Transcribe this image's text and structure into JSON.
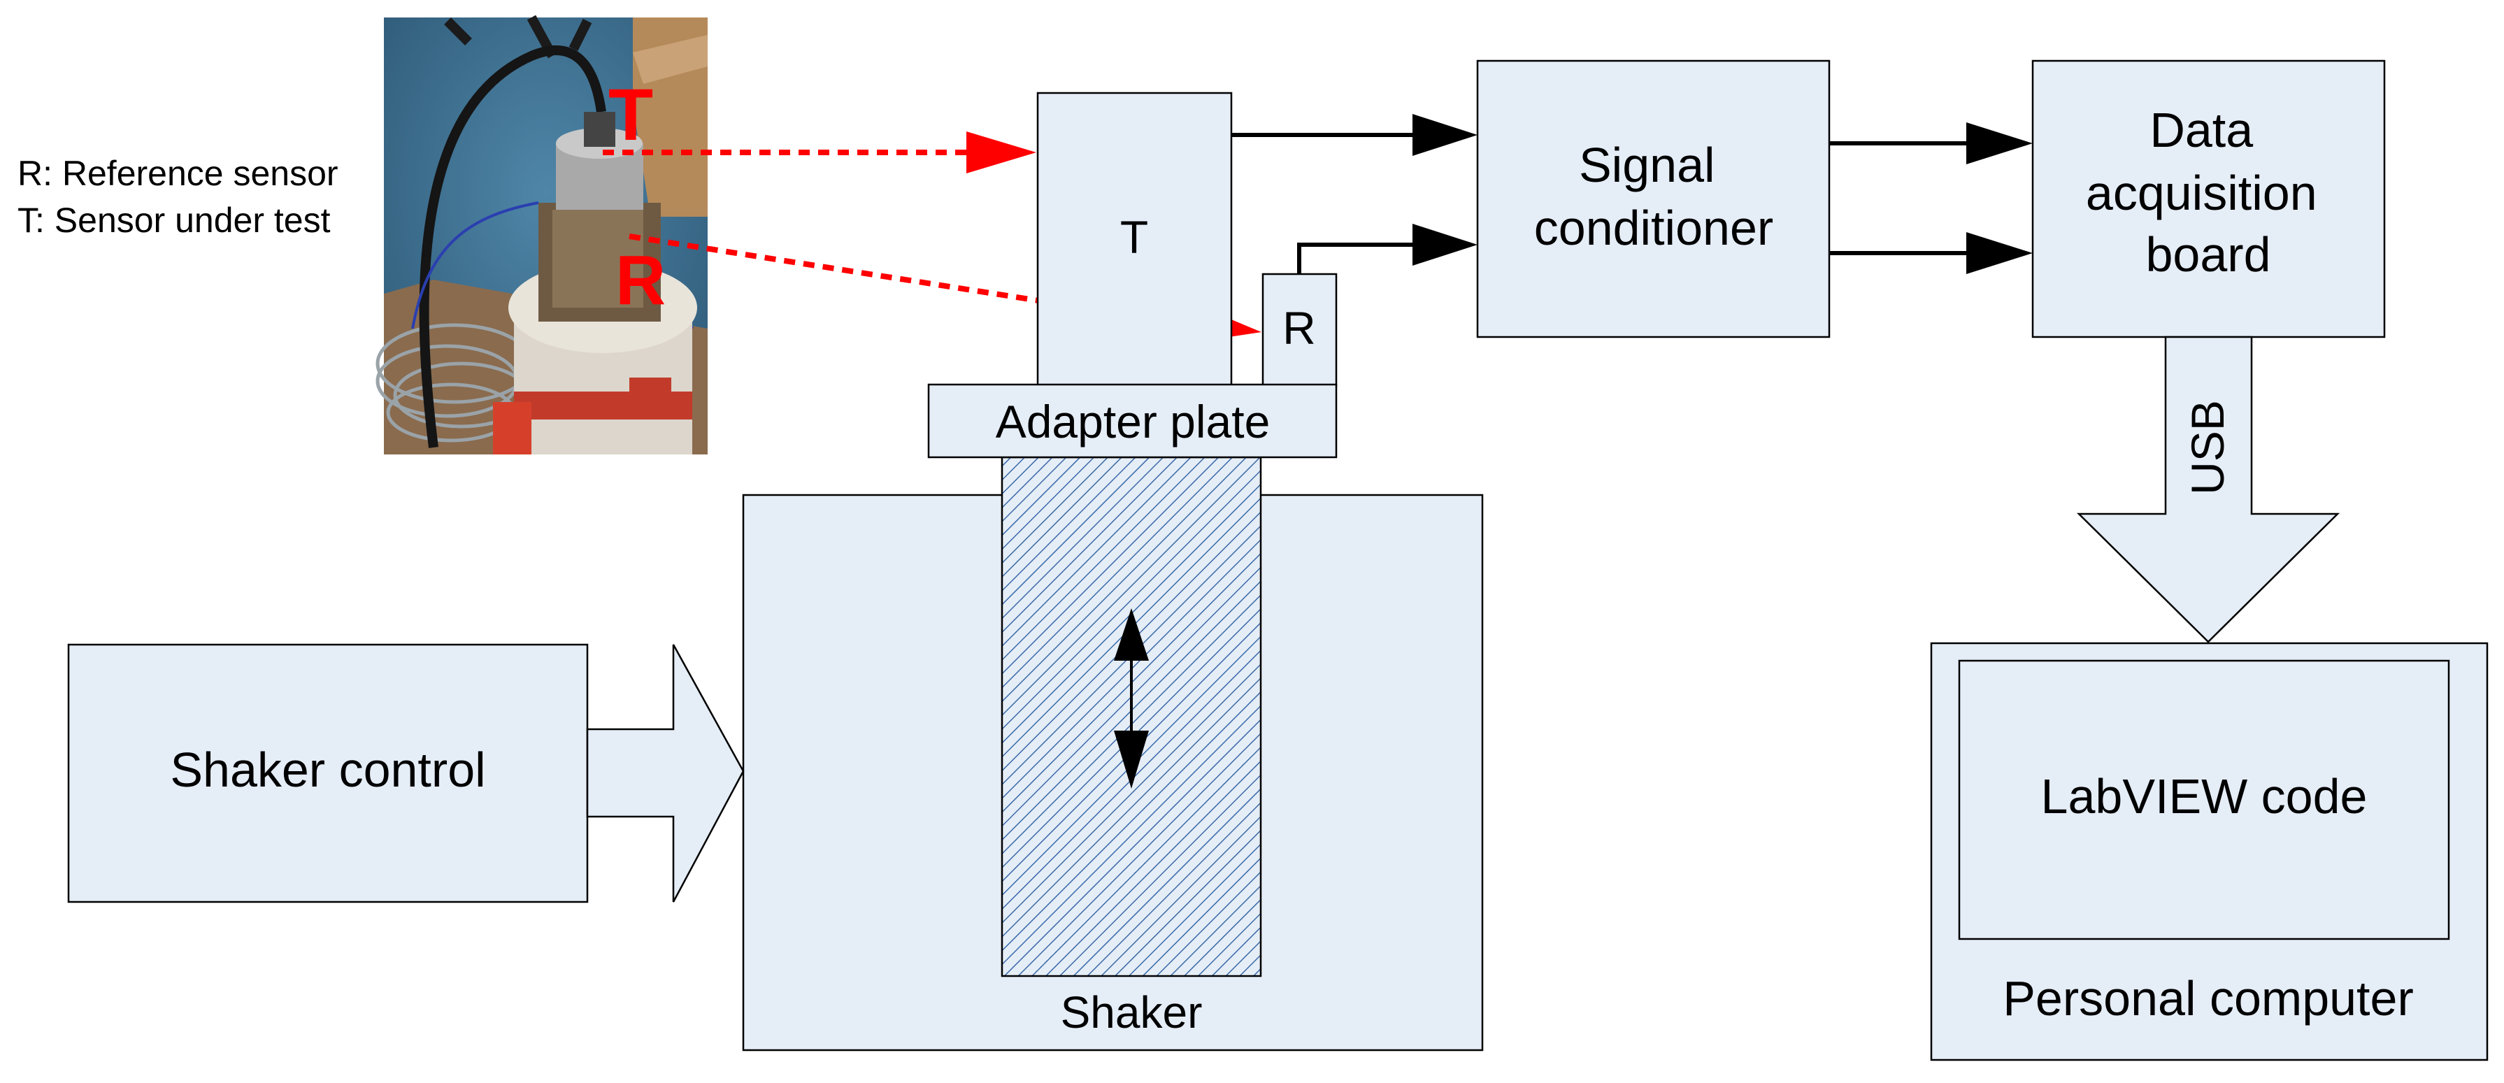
{
  "colors": {
    "box_fill": "#e5edf7",
    "stroke": "#000000",
    "red": "#ff0000",
    "hatch": "#3a6aa8",
    "floor": "#3d6f92"
  },
  "legend": {
    "r_line": "R: Reference sensor",
    "t_line": "T: Sensor under test"
  },
  "photo": {
    "t_marker": "T",
    "r_marker": "R"
  },
  "blocks": {
    "sensor_t": "T",
    "sensor_r": "R",
    "adapter_plate": "Adapter plate",
    "shaker": "Shaker",
    "shaker_control": "Shaker control",
    "signal_conditioner": [
      "Signal",
      "conditioner"
    ],
    "daq_board": [
      "Data",
      "acquisition",
      "board"
    ],
    "usb": "USB",
    "labview_code": "LabVIEW code",
    "personal_computer": "Personal computer"
  }
}
